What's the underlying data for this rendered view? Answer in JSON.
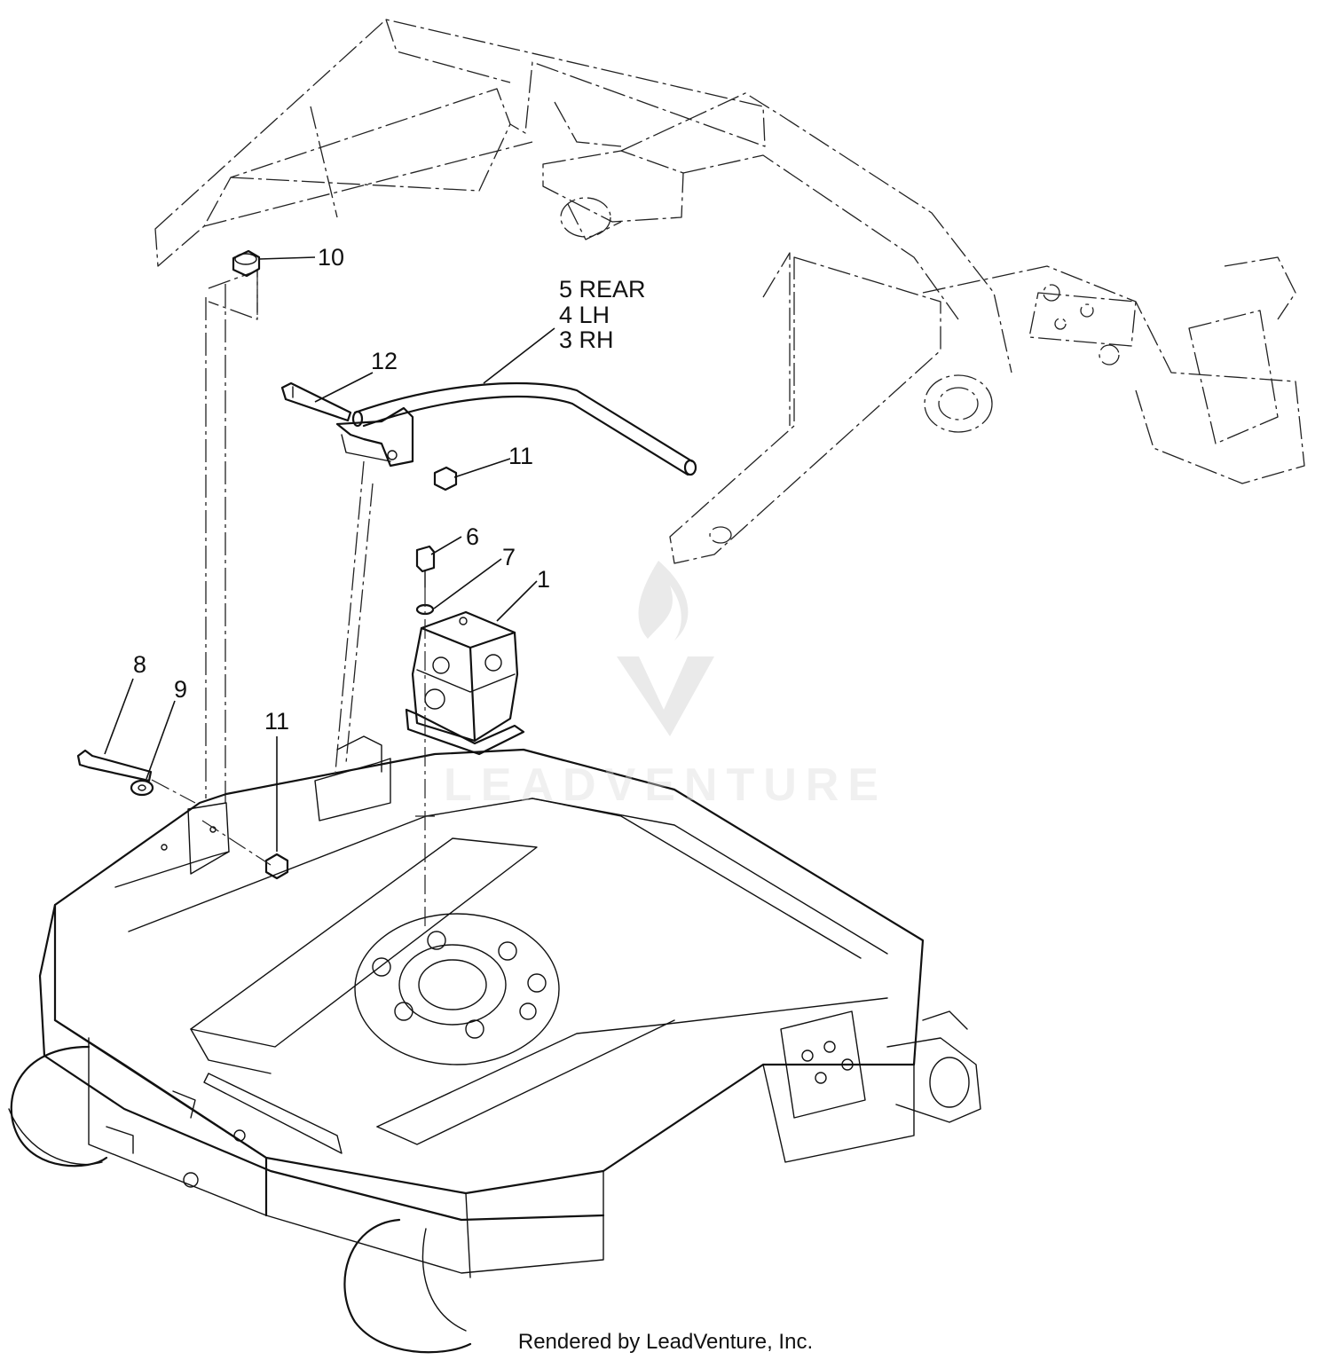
{
  "callouts": {
    "c1": "1",
    "c3": "3 RH",
    "c4": "4 LH",
    "c5": "5 REAR",
    "c6": "6",
    "c7": "7",
    "c8": "8",
    "c9": "9",
    "c10": "10",
    "c11a": "11",
    "c11b": "11",
    "c12": "12"
  },
  "watermark": {
    "brand_text": "LEADVENTURE",
    "color": "#d9d9d9"
  },
  "footer": {
    "text": "Rendered by LeadVenture, Inc."
  },
  "colors": {
    "line": "#111111",
    "background": "#ffffff"
  }
}
